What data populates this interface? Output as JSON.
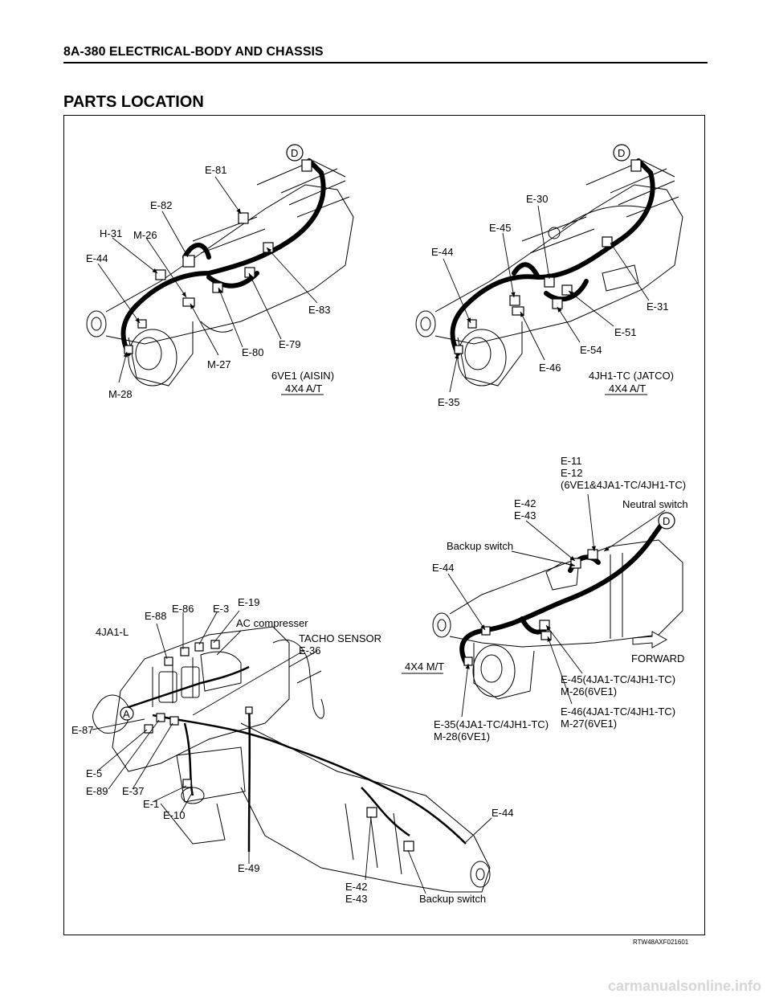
{
  "header": {
    "page_title": "8A-380  ELECTRICAL-BODY AND CHASSIS"
  },
  "section_title": "PARTS LOCATION",
  "figure_code": "RTW48AXF021601",
  "watermark": "carmanualsonline.info",
  "diagram_a": {
    "circle_label": "D",
    "labels": {
      "e81": "E-81",
      "e82": "E-82",
      "h31": "H-31",
      "m26": "M-26",
      "e44": "E-44",
      "e83": "E-83",
      "e79": "E-79",
      "e80": "E-80",
      "m27": "M-27",
      "m28": "M-28",
      "model": "6VE1 (AISIN)",
      "trans": "4X4 A/T"
    }
  },
  "diagram_b": {
    "circle_label": "D",
    "labels": {
      "e30": "E-30",
      "e45": "E-45",
      "e44": "E-44",
      "e31": "E-31",
      "e51": "E-51",
      "e54": "E-54",
      "e46": "E-46",
      "e35": "E-35",
      "model": "4JH1-TC (JATCO)",
      "trans": "4X4 A/T"
    }
  },
  "diagram_c": {
    "circle_label": "D",
    "labels": {
      "e11": "E-11",
      "e12": "E-12",
      "e11_note": "(6VE1&4JA1-TC/4JH1-TC)",
      "e42": "E-42",
      "e43": "E-43",
      "neutral": "Neutral switch",
      "backup": "Backup switch",
      "e44": "E-44",
      "trans": "4X4 M/T",
      "forward": "FORWARD",
      "e45": "E-45(4JA1-TC/4JH1-TC)",
      "m26": "M-26(6VE1)",
      "e46": "E-46(4JA1-TC/4JH1-TC)",
      "m27": "M-27(6VE1)",
      "e35": "E-35(4JA1-TC/4JH1-TC)",
      "m28": "M-28(6VE1)"
    }
  },
  "diagram_d": {
    "circle_label": "A",
    "labels": {
      "engine": "4JA1-L",
      "e88": "E-88",
      "e86": "E-86",
      "e3": "E-3",
      "e19": "E-19",
      "ac": "AC compresser",
      "tacho": "TACHO SENSOR",
      "e36": "E-36",
      "e87": "E-87",
      "e5": "E-5",
      "e89": "E-89",
      "e37": "E-37",
      "e1": "E-1",
      "e10": "E-10",
      "e49": "E-49",
      "e44": "E-44",
      "e42": "E-42",
      "e43": "E-43",
      "backup": "Backup switch"
    }
  }
}
